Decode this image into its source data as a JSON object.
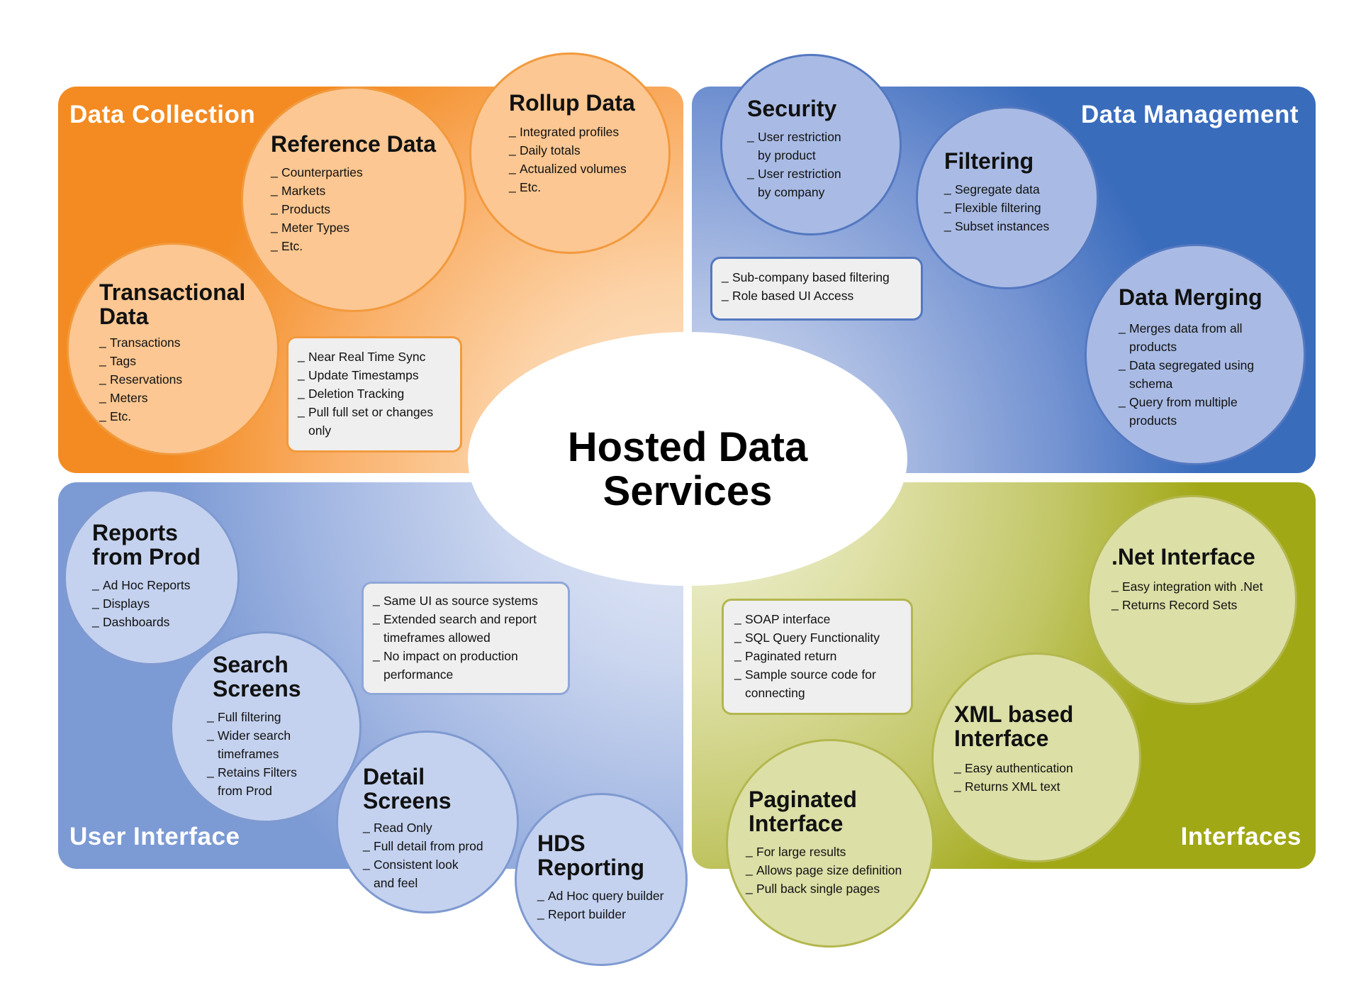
{
  "center": {
    "title_line1": "Hosted Data",
    "title_line2": "Services"
  },
  "quadrants": {
    "data_collection": {
      "title": "Data Collection",
      "color": "#f38b22",
      "reference_data": {
        "title": "Reference Data",
        "items": [
          "Counterparties",
          "Markets",
          "Products",
          "Meter Types",
          "Etc."
        ]
      },
      "rollup_data": {
        "title": "Rollup Data",
        "items": [
          "Integrated profiles",
          "Daily totals",
          "Actualized volumes",
          "Etc."
        ]
      },
      "transactional_data": {
        "title_line1": "Transactional",
        "title_line2": "Data",
        "items": [
          "Transactions",
          "Tags",
          "Reservations",
          "Meters",
          "Etc."
        ]
      },
      "sync_box": {
        "items": [
          "Near Real Time Sync",
          "Update Timestamps",
          "Deletion Tracking",
          "Pull full set or changes",
          "only"
        ]
      }
    },
    "data_management": {
      "title": "Data Management",
      "color": "#3a6cbc",
      "security": {
        "title": "Security",
        "items": [
          "User restriction",
          "by product",
          "User restriction",
          "by company"
        ]
      },
      "filtering": {
        "title": "Filtering",
        "items": [
          "Segregate data",
          "Flexible filtering",
          "Subset instances"
        ]
      },
      "data_merging": {
        "title": "Data Merging",
        "items": [
          "Merges data from all",
          "products",
          "Data segregated using",
          "schema",
          "Query from multiple",
          "products"
        ]
      },
      "access_box": {
        "items": [
          "Sub-company based filtering",
          "Role based UI Access"
        ]
      }
    },
    "user_interface": {
      "title": "User Interface",
      "color": "#7c9ad4",
      "reports_from_prod": {
        "title_line1": "Reports",
        "title_line2": "from Prod",
        "items": [
          "Ad Hoc Reports",
          "Displays",
          "Dashboards"
        ]
      },
      "search_screens": {
        "title_line1": "Search",
        "title_line2": "Screens",
        "items": [
          "Full filtering",
          "Wider search",
          "timeframes",
          "Retains Filters",
          "from Prod"
        ]
      },
      "detail_screens": {
        "title_line1": "Detail",
        "title_line2": "Screens",
        "items": [
          "Read Only",
          "Full detail from prod",
          "Consistent look",
          "and feel"
        ]
      },
      "hds_reporting": {
        "title_line1": "HDS",
        "title_line2": "Reporting",
        "items": [
          "Ad Hoc query builder",
          "Report builder"
        ]
      },
      "ui_box": {
        "items": [
          "Same UI as source systems",
          "Extended search and report",
          "timeframes allowed",
          "No impact on production",
          "performance"
        ]
      }
    },
    "interfaces": {
      "title": "Interfaces",
      "color": "#a1a816",
      "net_interface": {
        "title": ".Net Interface",
        "items": [
          "Easy integration with .Net",
          "Returns Record Sets"
        ]
      },
      "xml_interface": {
        "title_line1": "XML based",
        "title_line2": "Interface",
        "items": [
          "Easy authentication",
          "Returns XML text"
        ]
      },
      "paginated_interface": {
        "title_line1": "Paginated",
        "title_line2": "Interface",
        "items": [
          "For large results",
          "Allows page size definition",
          "Pull back single pages"
        ]
      },
      "soap_box": {
        "items": [
          "SOAP interface",
          "SQL Query Functionality",
          "Paginated return",
          "Sample source code for",
          "connecting"
        ]
      }
    }
  }
}
